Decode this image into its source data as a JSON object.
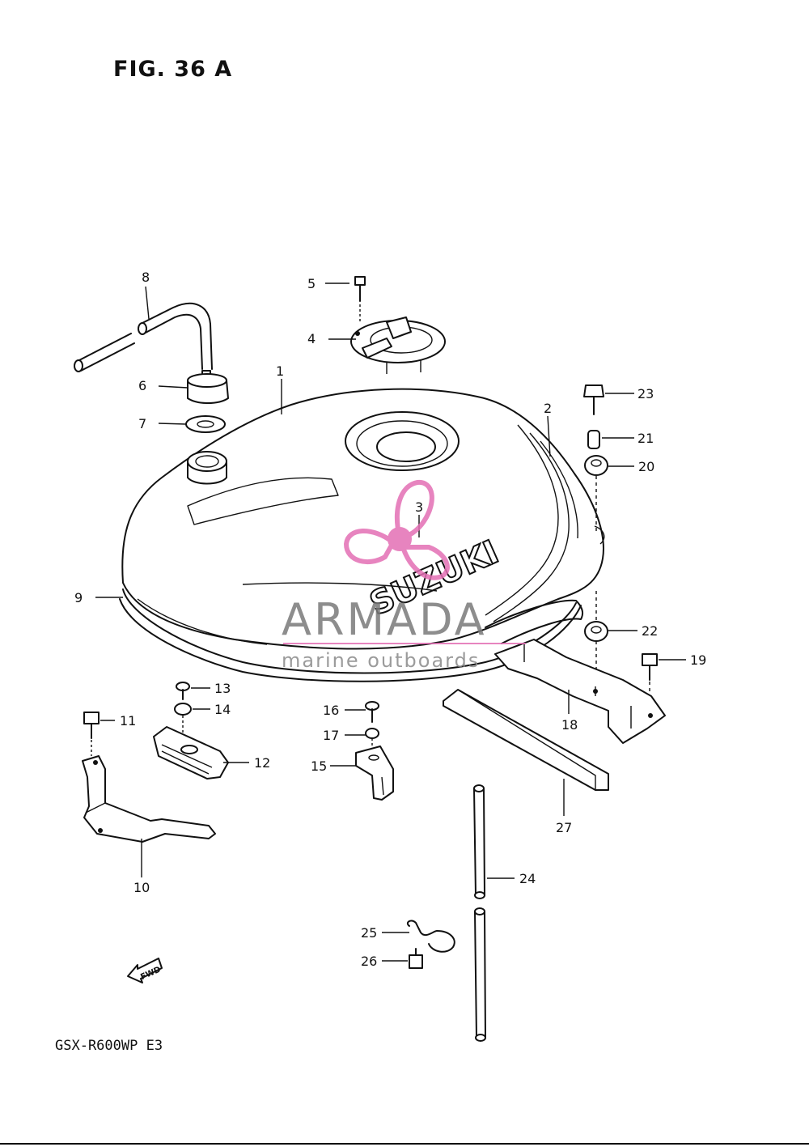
{
  "title": "FIG. 36 A",
  "model": "GSX-R600WP E3",
  "brand_mark": "SUZUKI",
  "fwd_label": "FWD",
  "watermark": {
    "name": "ARMADA",
    "tagline": "marine outboards",
    "color": "#e36fb4"
  },
  "callouts": [
    {
      "id": "1",
      "label": "1"
    },
    {
      "id": "2",
      "label": "2"
    },
    {
      "id": "3",
      "label": "3"
    },
    {
      "id": "4",
      "label": "4"
    },
    {
      "id": "5",
      "label": "5"
    },
    {
      "id": "6",
      "label": "6"
    },
    {
      "id": "7",
      "label": "7"
    },
    {
      "id": "8",
      "label": "8"
    },
    {
      "id": "9",
      "label": "9"
    },
    {
      "id": "10",
      "label": "10"
    },
    {
      "id": "11",
      "label": "11"
    },
    {
      "id": "12",
      "label": "12"
    },
    {
      "id": "13",
      "label": "13"
    },
    {
      "id": "14",
      "label": "14"
    },
    {
      "id": "15",
      "label": "15"
    },
    {
      "id": "16",
      "label": "16"
    },
    {
      "id": "17",
      "label": "17"
    },
    {
      "id": "18",
      "label": "18"
    },
    {
      "id": "19",
      "label": "19"
    },
    {
      "id": "20",
      "label": "20"
    },
    {
      "id": "21",
      "label": "21"
    },
    {
      "id": "22",
      "label": "22"
    },
    {
      "id": "23",
      "label": "23"
    },
    {
      "id": "24",
      "label": "24"
    },
    {
      "id": "25",
      "label": "25"
    },
    {
      "id": "26",
      "label": "26"
    },
    {
      "id": "27",
      "label": "27"
    }
  ]
}
